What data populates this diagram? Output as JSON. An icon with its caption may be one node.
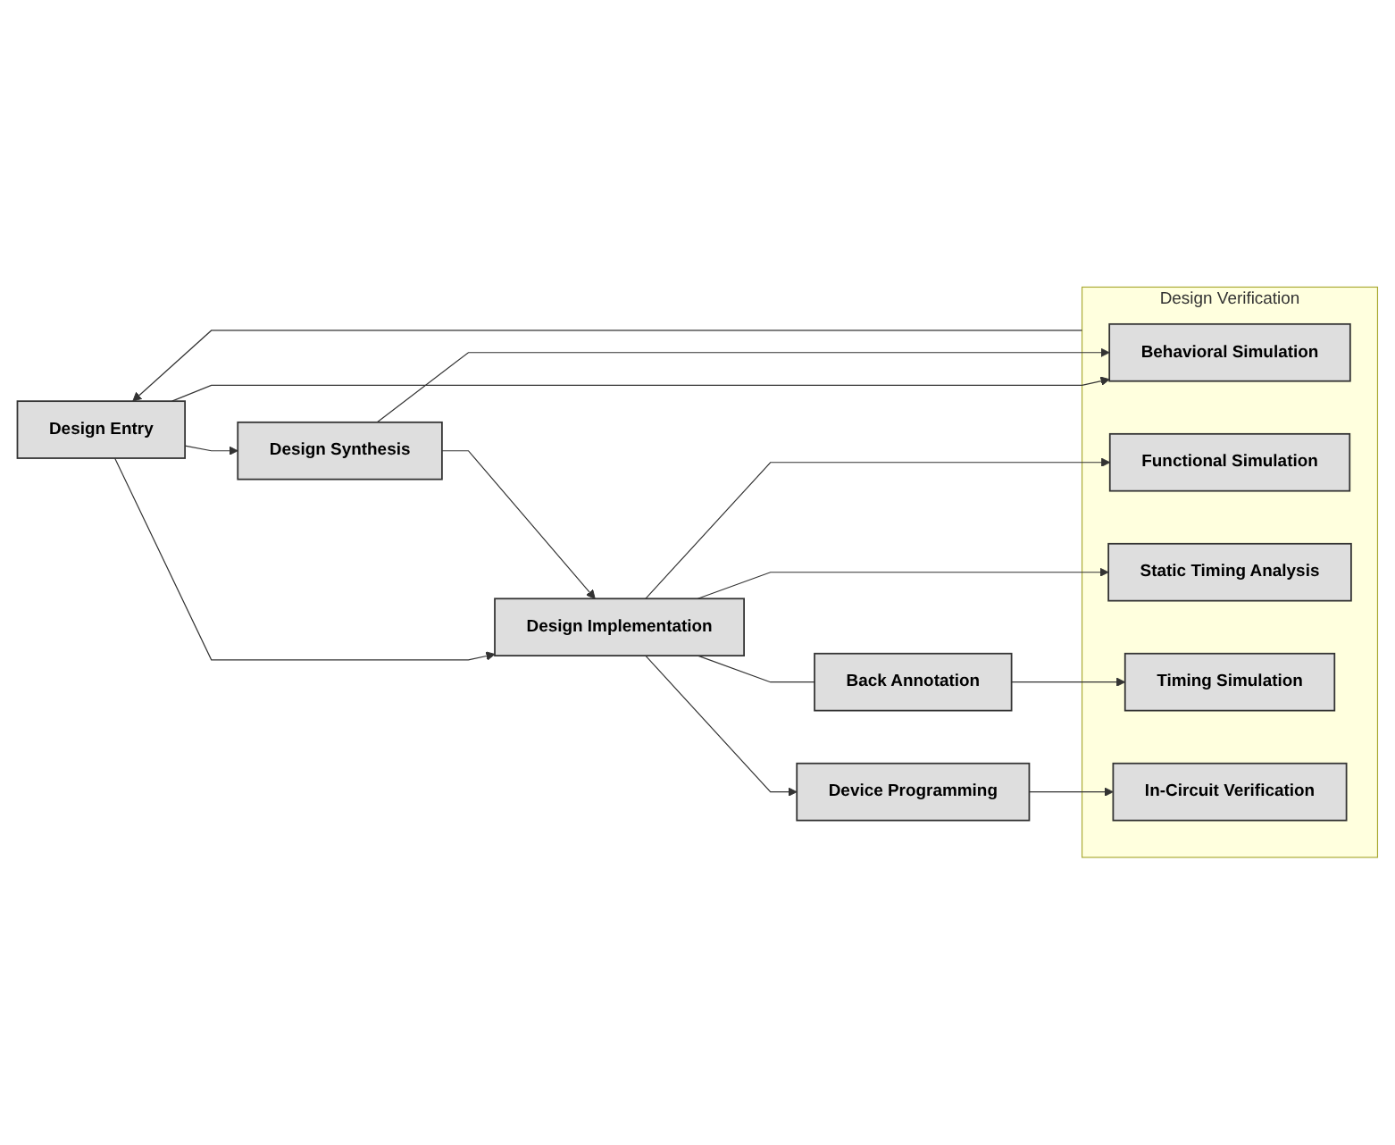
{
  "diagram": {
    "nodes": [
      {
        "text": [
          "Design Entry"
        ]
      },
      {
        "text": [
          "Design Verification"
        ]
      },
      {
        "text": [
          "Behavioral Simulation"
        ],
        "in": 1
      },
      {
        "text": [
          "Design Synthesis"
        ]
      },
      {
        "text": [
          "Design Implementation"
        ]
      },
      {
        "text": [
          "Functional Simulation"
        ],
        "in": 1
      },
      {
        "text": [
          "Static Timing Analysis"
        ],
        "in": 1
      },
      {
        "text": [
          "Back Annotation"
        ]
      },
      {
        "text": [
          "Timing Simulation"
        ],
        "in": 1
      },
      {
        "text": [
          "Device Programming"
        ]
      },
      {
        "text": [
          "In-Circuit Verification"
        ],
        "in": 1
      }
    ],
    "edges": [
      {
        "from": 1,
        "to": 0,
        "arrow": "to"
      },
      {
        "from": 0,
        "to": 2,
        "arrow": "to"
      },
      {
        "from": 0,
        "to": 3,
        "arrow": "to"
      },
      {
        "from": 0,
        "to": 4,
        "arrow": "to"
      },
      {
        "from": 3,
        "to": 2,
        "arrow": "to"
      },
      {
        "from": 3,
        "to": 4,
        "arrow": "to"
      },
      {
        "from": 4,
        "to": 5,
        "arrow": "to"
      },
      {
        "from": 4,
        "to": 6,
        "arrow": "to"
      },
      {
        "from": 4,
        "to": 7,
        "arrow": "none"
      },
      {
        "from": 7,
        "to": 8,
        "arrow": "to"
      },
      {
        "from": 4,
        "to": 9,
        "arrow": "to"
      },
      {
        "from": 9,
        "to": 10,
        "arrow": "to"
      }
    ]
  }
}
